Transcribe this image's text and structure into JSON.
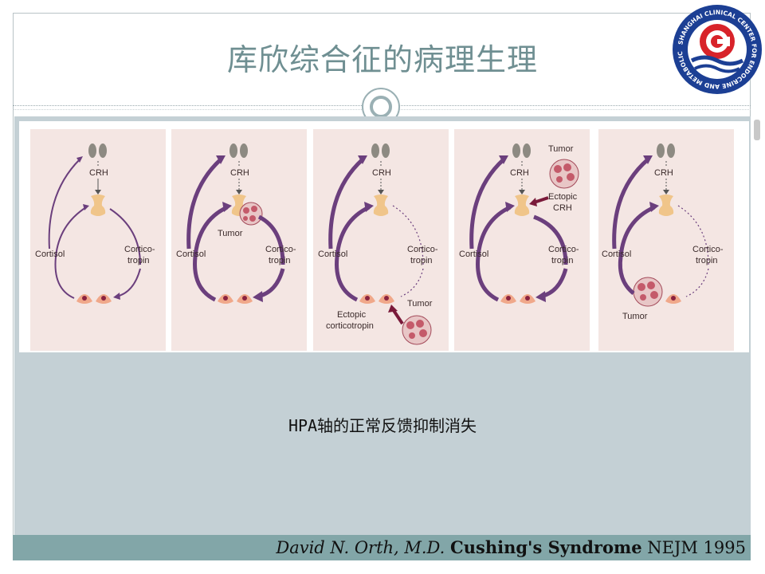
{
  "slide": {
    "title": "库欣综合征的病理生理",
    "caption": "HPA轴的正常反馈抑制消失",
    "citation": {
      "author": "David N. Orth, M.D.",
      "paper": "Cushing's Syndrome",
      "journal": "NEJM 1995"
    }
  },
  "logo": {
    "ring_text": "SHANGHAI CLINICAL CENTER FOR ENDOCRINE AND METABOLIC DISEASES"
  },
  "figure": {
    "panels": [
      {
        "crh": "CRH",
        "cortisol": "Cortisol",
        "cortico1": "Cortico-",
        "cortico2": "tropin"
      },
      {
        "crh": "CRH",
        "cortisol": "Cortisol",
        "cortico1": "Cortico-",
        "cortico2": "tropin",
        "tumor": "Tumor"
      },
      {
        "crh": "CRH",
        "cortisol": "Cortisol",
        "cortico1": "Cortico-",
        "cortico2": "tropin",
        "tumor": "Tumor",
        "ectopic1": "Ectopic",
        "ectopic2": "corticotropin"
      },
      {
        "crh": "CRH",
        "cortisol": "Cortisol",
        "cortico1": "Cortico-",
        "cortico2": "tropin",
        "tumor": "Tumor",
        "ectopic1": "Ectopic",
        "ectopic2": "CRH"
      },
      {
        "crh": "CRH",
        "cortisol": "Cortisol",
        "cortico1": "Cortico-",
        "cortico2": "tropin",
        "tumor": "Tumor"
      }
    ]
  },
  "colors": {
    "title": "#6f8f92",
    "arrow": "#6b3f7d",
    "panel_bg": "#f4e6e3",
    "content_bg": "#c4d0d5",
    "citation_bar": "#82a6a8",
    "logo_red": "#d8232a",
    "logo_blue": "#1c3f94"
  }
}
